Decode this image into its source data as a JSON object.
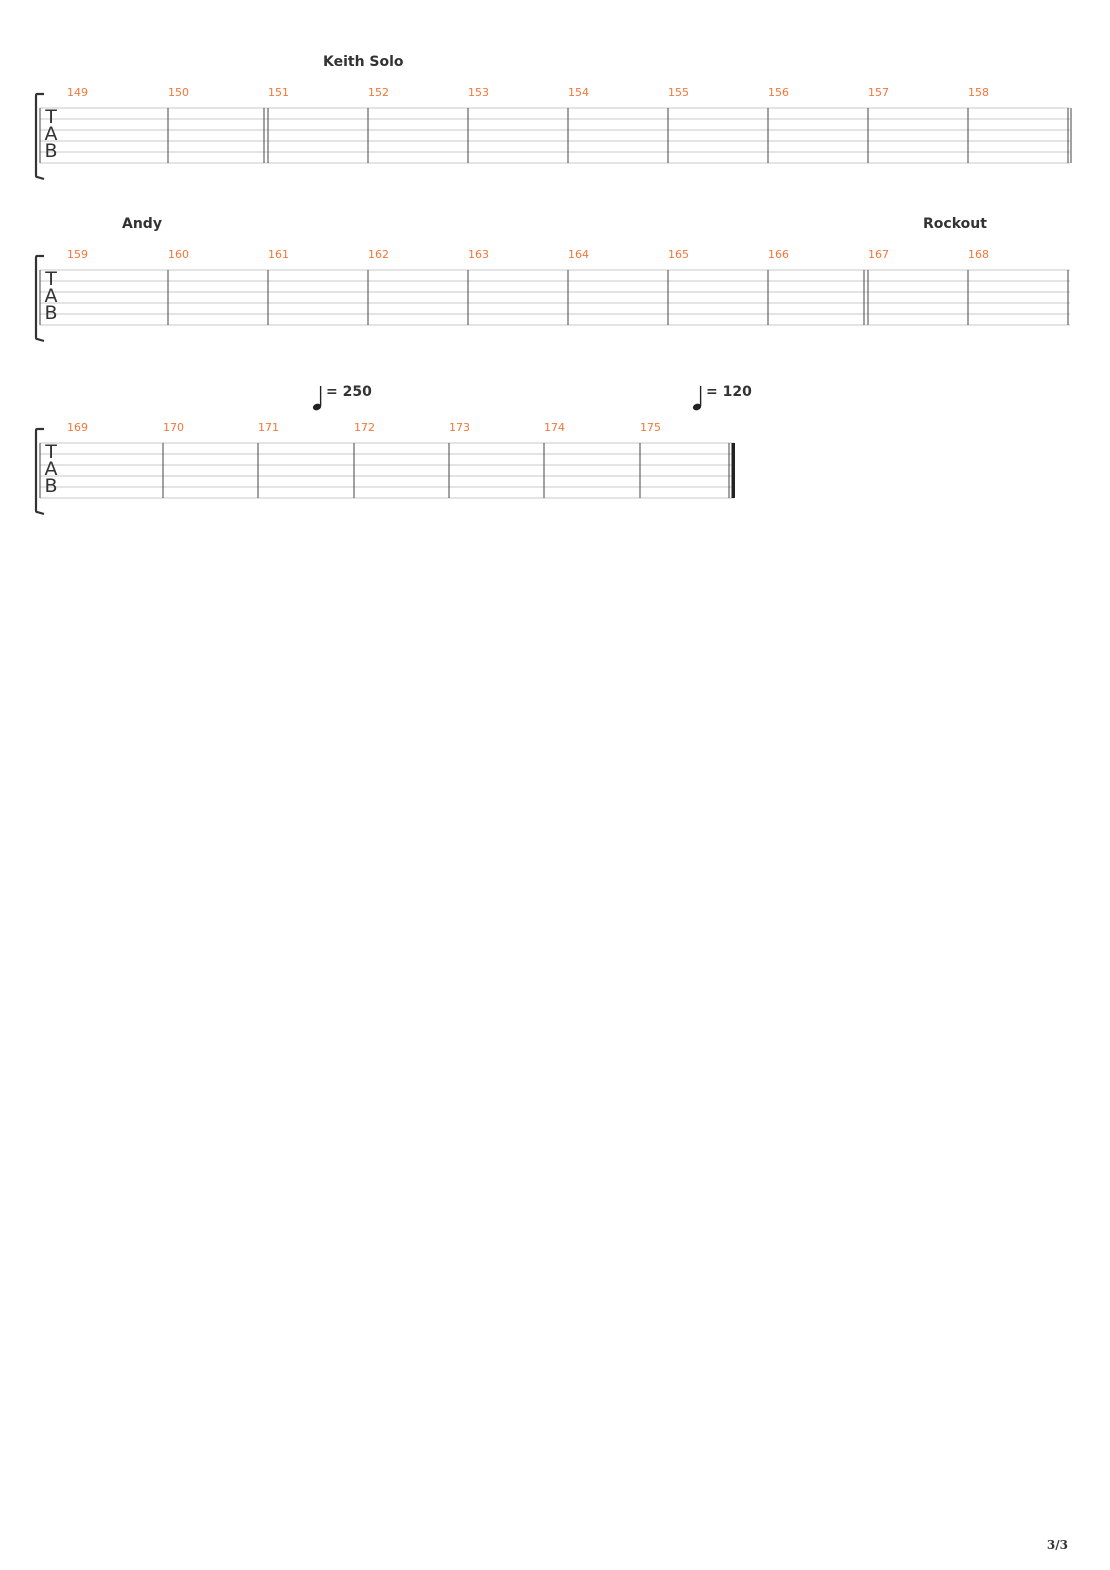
{
  "systems": [
    {
      "section_labels": [
        "Keith Solo"
      ],
      "measures": [
        "149",
        "150",
        "151",
        "152",
        "153",
        "154",
        "155",
        "156",
        "157",
        "158"
      ],
      "clef": [
        "T",
        "A",
        "B"
      ]
    },
    {
      "section_labels": [
        "Andy",
        "Rockout"
      ],
      "measures": [
        "159",
        "160",
        "161",
        "162",
        "163",
        "164",
        "165",
        "166",
        "167",
        "168"
      ],
      "clef": [
        "T",
        "A",
        "B"
      ]
    },
    {
      "section_labels": [],
      "tempo_markings": [
        {
          "text": "= 250",
          "icon": "quarter-note-icon"
        },
        {
          "text": "= 120",
          "icon": "quarter-note-icon"
        }
      ],
      "measures": [
        "169",
        "170",
        "171",
        "172",
        "173",
        "174",
        "175"
      ],
      "clef": [
        "T",
        "A",
        "B"
      ]
    }
  ],
  "page_number": "3/3",
  "colors": {
    "measure_number": "#f2763a",
    "staff_line": "#c8c8c8",
    "barline": "#444444",
    "text": "#333333"
  }
}
